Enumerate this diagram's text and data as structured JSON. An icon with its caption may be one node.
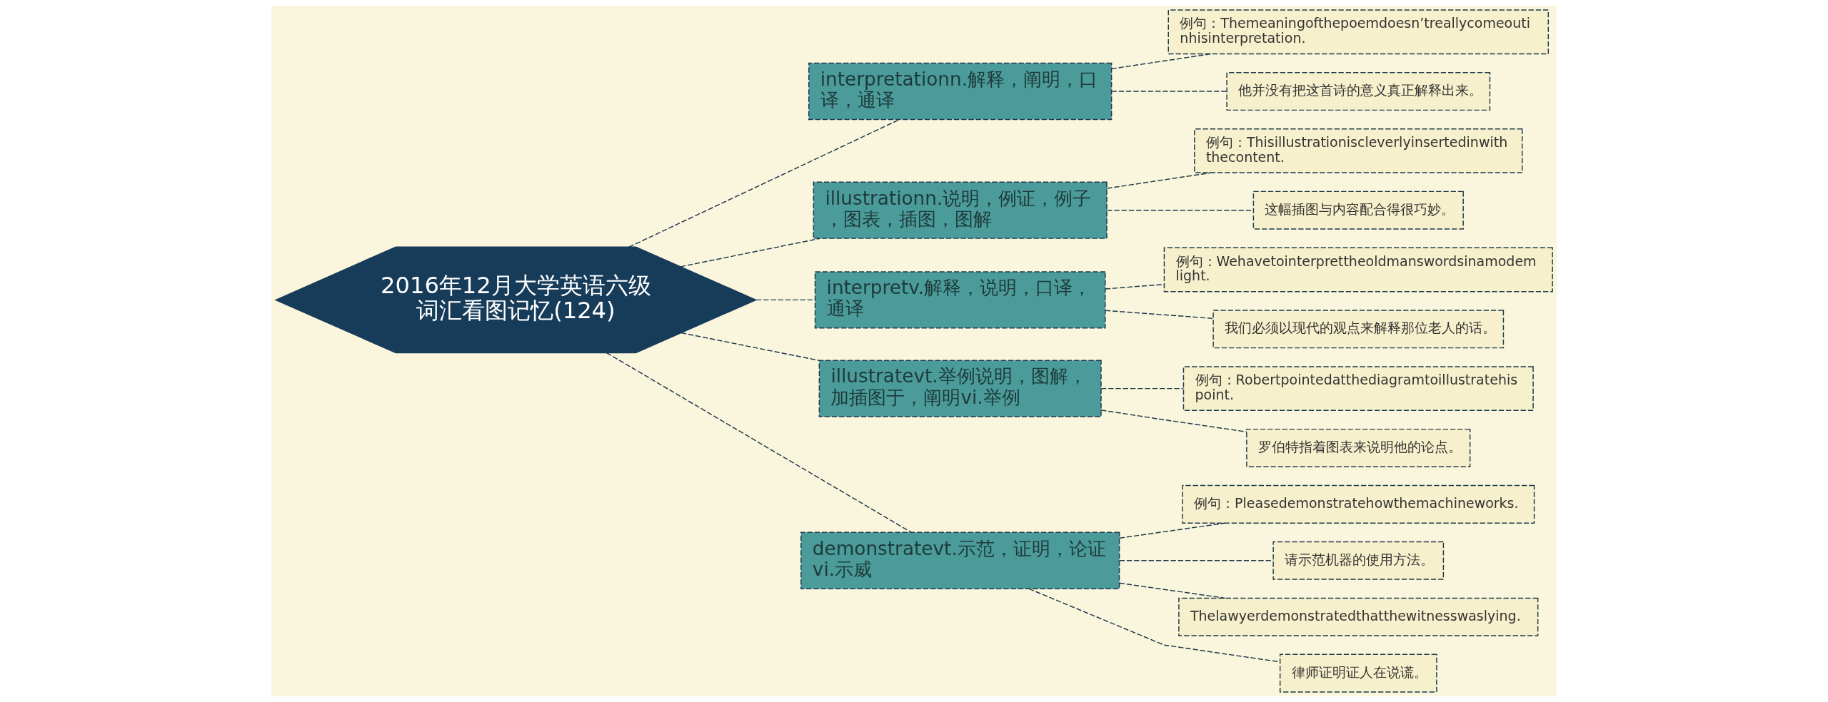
{
  "diagram": {
    "nodes": [
      {
        "text": [
          "2016年12月大学英语六级词汇看图记忆(124)"
        ]
      },
      {
        "text": [
          "interpretationn.解释，阐明，口译，通译"
        ]
      },
      {
        "text": [
          "例句：Themeaningofthepoemdoesn’treallycomeoutinhisinterpretation."
        ]
      },
      {
        "text": [
          "他并没有把这首诗的意义真正解释出来。"
        ]
      },
      {
        "text": [
          "illustrationn.说明，例证，例子，图表，插图，图解"
        ]
      },
      {
        "text": [
          "例句：Thisillustrationiscleverlyinsertedinwiththecontent."
        ]
      },
      {
        "text": [
          "这幅插图与内容配合得很巧妙。"
        ]
      },
      {
        "text": [
          "interpretv.解释，说明，口译，通译"
        ]
      },
      {
        "text": [
          "例句：Wehavetointerprettheoldmanswordsinamodemlight."
        ]
      },
      {
        "text": [
          "我们必须以现代的观点来解释那位老人的话。"
        ]
      },
      {
        "text": [
          "illustratevt.举例说明，图解，加插图于，阐明vi.举例"
        ]
      },
      {
        "text": [
          "例句：Robertpointedatthediagramtoillustratehispoint."
        ]
      },
      {
        "text": [
          "罗伯特指着图表来说明他的论点。"
        ]
      },
      {
        "text": [
          "demonstratevt.示范，证明，论证vi.示威"
        ]
      },
      {
        "text": [
          "例句：Pleasedemonstratehowthemachineworks."
        ]
      },
      {
        "text": [
          "请示范机器的使用方法。"
        ]
      },
      {
        "text": [
          "Thelawyerdemonstratedthatthewitnesswaslying."
        ]
      },
      {
        "text": [
          "律师证明证人在说谎。"
        ]
      }
    ],
    "edges": [
      {
        "from": 0,
        "to": 1,
        "arrow": "none",
        "style": "dashed"
      },
      {
        "from": 1,
        "to": 2,
        "arrow": "none",
        "style": "dashed"
      },
      {
        "from": 1,
        "to": 3,
        "arrow": "none",
        "style": "dashed"
      },
      {
        "from": 0,
        "to": 4,
        "arrow": "none",
        "style": "dashed"
      },
      {
        "from": 4,
        "to": 5,
        "arrow": "none",
        "style": "dashed"
      },
      {
        "from": 4,
        "to": 6,
        "arrow": "none",
        "style": "dashed"
      },
      {
        "from": 0,
        "to": 7,
        "arrow": "none",
        "style": "dashed"
      },
      {
        "from": 7,
        "to": 8,
        "arrow": "none",
        "style": "dashed"
      },
      {
        "from": 7,
        "to": 9,
        "arrow": "none",
        "style": "dashed"
      },
      {
        "from": 0,
        "to": 10,
        "arrow": "none",
        "style": "dashed"
      },
      {
        "from": 10,
        "to": 11,
        "arrow": "none",
        "style": "dashed"
      },
      {
        "from": 10,
        "to": 12,
        "arrow": "none",
        "style": "dashed"
      },
      {
        "from": 0,
        "to": 13,
        "arrow": "none",
        "style": "dashed"
      },
      {
        "from": 13,
        "to": 14,
        "arrow": "none",
        "style": "dashed"
      },
      {
        "from": 13,
        "to": 15,
        "arrow": "none",
        "style": "dashed"
      },
      {
        "from": 13,
        "to": 16,
        "arrow": "none",
        "style": "dashed"
      },
      {
        "from": 13,
        "to": 17,
        "arrow": "none",
        "style": "dashed"
      }
    ]
  }
}
